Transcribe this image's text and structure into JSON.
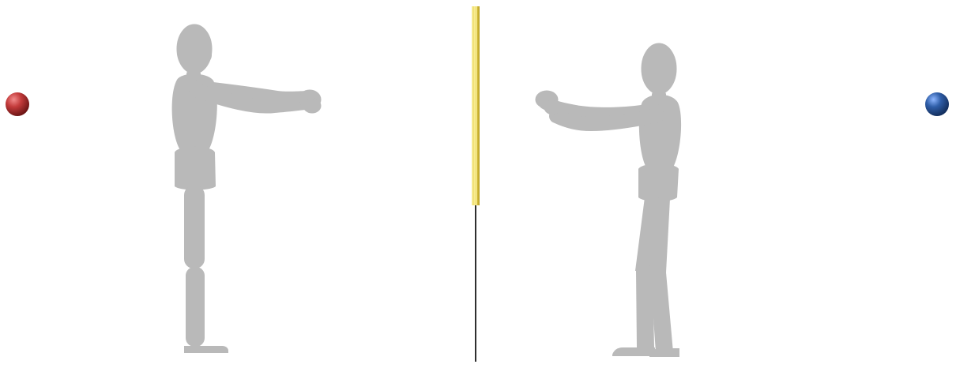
{
  "scene": {
    "background": "#ffffff",
    "figure_color": "#b8b8b8",
    "left_rope_color": "#b13a3a",
    "right_rope_color": "#2f5ea8",
    "center_marker_color": "#f2df55",
    "center_line_color": "#2b2b2b"
  },
  "elements": {
    "left_rope": "red-rope",
    "right_rope": "blue-rope",
    "center_marker": "yellow-center-marker",
    "left_figure": "standing-mannequin",
    "right_figure": "leaning-mannequin"
  }
}
